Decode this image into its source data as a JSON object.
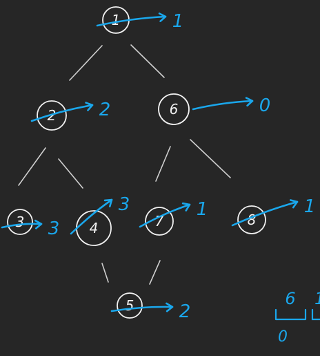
{
  "colors": {
    "background": "#262626",
    "ink": "#f2f2f2",
    "edge": "#cfcfcf",
    "annotation": "#1aa7ec"
  },
  "nodes": [
    {
      "id": "1",
      "label": "1",
      "value": "1",
      "struck": true
    },
    {
      "id": "2",
      "label": "2",
      "value": "2",
      "struck": true
    },
    {
      "id": "6",
      "label": "6",
      "value": "0",
      "struck": false
    },
    {
      "id": "3",
      "label": "3",
      "value": "3",
      "struck": true
    },
    {
      "id": "4",
      "label": "4",
      "value": "3",
      "struck": true
    },
    {
      "id": "7",
      "label": "7",
      "value": "1",
      "struck": true
    },
    {
      "id": "8",
      "label": "8",
      "value": "1",
      "struck": true
    },
    {
      "id": "5",
      "label": "5",
      "value": "2",
      "struck": true
    }
  ],
  "edges": [
    {
      "from": "1",
      "to": "2"
    },
    {
      "from": "1",
      "to": "6"
    },
    {
      "from": "2",
      "to": "3"
    },
    {
      "from": "2",
      "to": "4"
    },
    {
      "from": "6",
      "to": "7"
    },
    {
      "from": "6",
      "to": "8"
    },
    {
      "from": "4",
      "to": "5"
    },
    {
      "from": "7",
      "to": "5"
    }
  ],
  "queue_sketch": {
    "top": "6",
    "bottom": "0",
    "partial": "1"
  }
}
